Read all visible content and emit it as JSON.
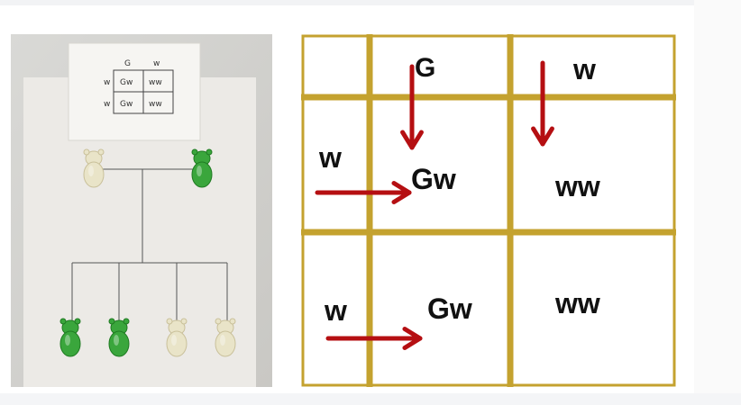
{
  "colors": {
    "grid_line": "#c4a22f",
    "arrow": "#b50f12",
    "text": "#111111",
    "bear_green": "#3aa63c",
    "bear_clear": "#e9e4c8"
  },
  "punnett": {
    "header_top_1": "G",
    "header_top_2": "w",
    "header_left_1": "w",
    "header_left_2": "w",
    "cell_1_1": "Gw",
    "cell_1_2": "ww",
    "cell_2_1": "Gw",
    "cell_2_2": "ww"
  },
  "photo": {
    "sketch_top_1": "G",
    "sketch_top_2": "w",
    "sketch_left_1": "w",
    "sketch_left_2": "w",
    "sketch_cell_1_1": "Gw",
    "sketch_cell_1_2": "ww",
    "sketch_cell_2_1": "Gw",
    "sketch_cell_2_2": "ww",
    "parents": [
      "clear",
      "green"
    ],
    "offspring": [
      "green",
      "green",
      "clear",
      "clear"
    ]
  }
}
